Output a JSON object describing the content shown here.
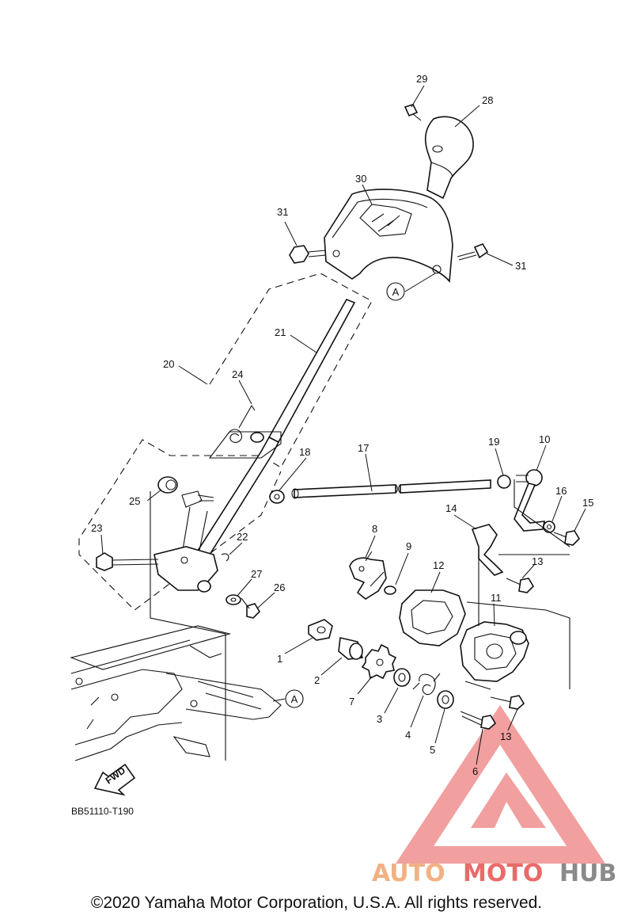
{
  "diagram": {
    "reference_code": "BB51110-T190",
    "fwd_label": "FWD",
    "marker_label": "A",
    "callouts": [
      {
        "id": "c1",
        "text": "1"
      },
      {
        "id": "c2",
        "text": "2"
      },
      {
        "id": "c3",
        "text": "3"
      },
      {
        "id": "c4",
        "text": "4"
      },
      {
        "id": "c5",
        "text": "5"
      },
      {
        "id": "c6",
        "text": "6"
      },
      {
        "id": "c7",
        "text": "7"
      },
      {
        "id": "c8",
        "text": "8"
      },
      {
        "id": "c9",
        "text": "9"
      },
      {
        "id": "c10",
        "text": "10"
      },
      {
        "id": "c11",
        "text": "11"
      },
      {
        "id": "c12",
        "text": "12"
      },
      {
        "id": "c13a",
        "text": "13"
      },
      {
        "id": "c13b",
        "text": "13"
      },
      {
        "id": "c14",
        "text": "14"
      },
      {
        "id": "c15",
        "text": "15"
      },
      {
        "id": "c16",
        "text": "16"
      },
      {
        "id": "c17",
        "text": "17"
      },
      {
        "id": "c18",
        "text": "18"
      },
      {
        "id": "c19",
        "text": "19"
      },
      {
        "id": "c20",
        "text": "20"
      },
      {
        "id": "c21",
        "text": "21"
      },
      {
        "id": "c22",
        "text": "22"
      },
      {
        "id": "c23",
        "text": "23"
      },
      {
        "id": "c24",
        "text": "24"
      },
      {
        "id": "c25",
        "text": "25"
      },
      {
        "id": "c26",
        "text": "26"
      },
      {
        "id": "c27",
        "text": "27"
      },
      {
        "id": "c28",
        "text": "28"
      },
      {
        "id": "c29",
        "text": "29"
      },
      {
        "id": "c30",
        "text": "30"
      },
      {
        "id": "c31a",
        "text": "31"
      },
      {
        "id": "c31b",
        "text": "31"
      }
    ]
  },
  "watermark": {
    "part1": "AUTO",
    "part2": "MOTO",
    "part3": "HUB",
    "color_light": "#f2b183",
    "color_red": "#ea6a6a",
    "color_gray": "#8a8a8a"
  },
  "footer": {
    "copyright": "©2020 Yamaha Motor Corporation, U.S.A. All rights reserved."
  }
}
